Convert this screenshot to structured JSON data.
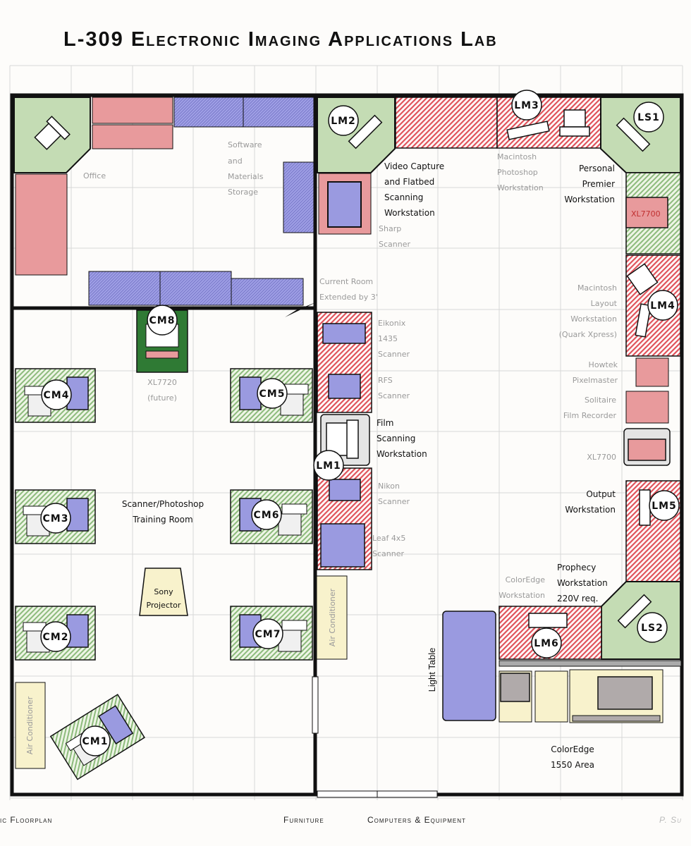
{
  "title": "L-309 Electronic Imaging Applications Lab",
  "colors": {
    "wall": "#111111",
    "pink": "#e89a9c",
    "blue": "#9a9ae0",
    "green": "#c4dcb4",
    "dark_green": "#2f7a34",
    "yellow": "#f8f2cc",
    "grid": "#d8d8d8"
  },
  "rooms": {
    "office": "Office",
    "storage": [
      "Software",
      "and",
      "Materials",
      "Storage"
    ],
    "training": [
      "Scanner/Photoshop",
      "Training Room"
    ],
    "extension": [
      "Current Room",
      "Extended by 3'"
    ]
  },
  "stations": {
    "lm1": "LM1",
    "lm2": "LM2",
    "lm3": "LM3",
    "lm4": "LM4",
    "lm5": "LM5",
    "lm6": "LM6",
    "ls1": "LS1",
    "ls2": "LS2",
    "cm1": "CM1",
    "cm2": "CM2",
    "cm3": "CM3",
    "cm4": "CM4",
    "cm5": "CM5",
    "cm6": "CM6",
    "cm7": "CM7",
    "cm8": "CM8"
  },
  "labels": {
    "video_capture": [
      "Video Capture",
      "and Flatbed",
      "Scanning",
      "Workstation"
    ],
    "mac_photoshop": [
      "Macintosh",
      "Photoshop",
      "Workstation"
    ],
    "personal_premier": [
      "Personal",
      "Premier",
      "Workstation"
    ],
    "xl7700_top": "XL7700",
    "sharp": [
      "Sharp",
      "Scanner"
    ],
    "mac_layout": [
      "Macintosh",
      "Layout",
      "Workstation",
      "(Quark Xpress)"
    ],
    "eikonix": [
      "Eikonix",
      "1435",
      "Scanner"
    ],
    "rfs": [
      "RFS",
      "Scanner"
    ],
    "film_scanning": [
      "Film",
      "Scanning",
      "Workstation"
    ],
    "howtek": [
      "Howtek",
      "Pixelmaster"
    ],
    "solitaire": [
      "Solitaire",
      "Film Recorder"
    ],
    "xl7700_mid": "XL7700",
    "nikon": [
      "Nikon",
      "Scanner"
    ],
    "leaf": [
      "Leaf 4x5",
      "Scanner"
    ],
    "output": [
      "Output",
      "Workstation"
    ],
    "prophecy": [
      "Prophecy",
      "Workstation",
      "220V req."
    ],
    "coloredge_ws": [
      "ColorEdge",
      "Workstation"
    ],
    "light_table": "Light Table",
    "coloredge_area": [
      "ColorEdge",
      "1550 Area"
    ],
    "air_conditioner": "Air Conditioner",
    "xl7720": [
      "XL7720",
      "(future)"
    ],
    "projector": [
      "Sony",
      "Projector"
    ]
  },
  "footer": {
    "left": "ic Floorplan",
    "furniture": "Furniture",
    "computers": "Computers & Equipment",
    "signature": "P. Su"
  }
}
